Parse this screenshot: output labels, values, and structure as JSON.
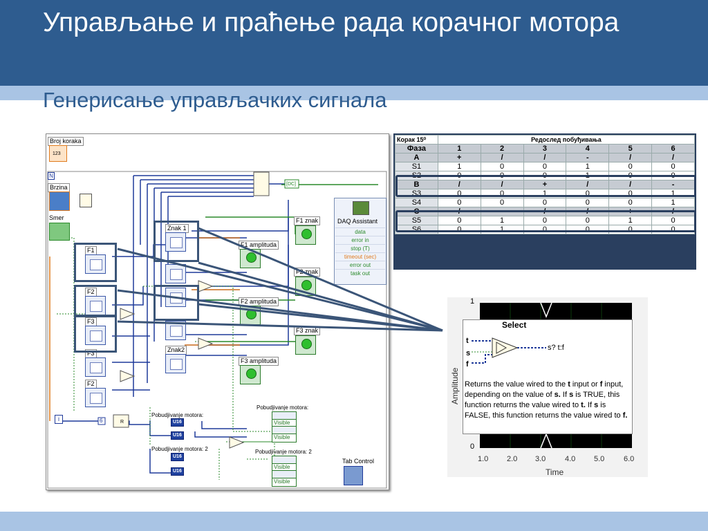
{
  "slide": {
    "title": "Управљање и праћење рада корачног мотора",
    "subtitle": "Генерисање управљачких сигнала"
  },
  "diagram": {
    "controls": {
      "broj_koraka": "Broj koraka",
      "broj_koraka_type": "123",
      "n_terminal": "N",
      "brzina": "Brzina",
      "smer": "Smer",
      "iter_terminal": "i"
    },
    "subvis": {
      "znak1_top": "Znak 1",
      "f1": "F1",
      "f2_a": "F2",
      "f3_a": "F3",
      "f3_b": "F3",
      "f2_b": "F2",
      "znak2": "Znak2"
    },
    "indicators": {
      "f1_znak": "F1 znak",
      "f1_amplituda": "F1 amplituda",
      "f2_znak": "F2 znak",
      "f2_amplituda": "F2 amplituda",
      "f3_znak": "F3 znak",
      "f3_amplituda": "F3 amplituda"
    },
    "daq": {
      "title": "DAQ Assistant",
      "terminals": [
        "data",
        "error in",
        "stop (T)",
        "timeout (sec)",
        "error out",
        "task out"
      ]
    },
    "dc_label": "[DC]",
    "const_6": "6",
    "q_r_label": "R",
    "pobudjivanje1": "Pobudjivanje motora:",
    "pobudjivanje2": "Pobudjivanje motora: 2",
    "pobudjivanje1_prop": "Pobudjivanje motora:",
    "pobudjivanje2_prop": "Pobudjivanje motora: 2",
    "u16": "U16",
    "visible": "Visible",
    "tab_control": "Tab Control"
  },
  "table": {
    "caption_left": "Корак 15⁰",
    "caption_center": "Редослед побуђивања",
    "header": [
      "Фаза",
      "1",
      "2",
      "3",
      "4",
      "5",
      "6"
    ],
    "rows": [
      {
        "kind": "phase",
        "cells": [
          "A",
          "+",
          "/",
          "/",
          "-",
          "/",
          "/"
        ]
      },
      {
        "kind": "data",
        "cells": [
          "S1",
          "1",
          "0",
          "0",
          "1",
          "0",
          "0"
        ]
      },
      {
        "kind": "data",
        "cells": [
          "S2",
          "0",
          "0",
          "0",
          "1",
          "0",
          "0"
        ]
      },
      {
        "kind": "phase",
        "cells": [
          "B",
          "/",
          "/",
          "+",
          "/",
          "/",
          "-"
        ]
      },
      {
        "kind": "data",
        "cells": [
          "S3",
          "0",
          "0",
          "1",
          "0",
          "0",
          "1"
        ]
      },
      {
        "kind": "data",
        "cells": [
          "S4",
          "0",
          "0",
          "0",
          "0",
          "0",
          "1"
        ]
      },
      {
        "kind": "phase",
        "cells": [
          "C",
          "/",
          "-",
          "/",
          "/",
          "+",
          "/"
        ]
      },
      {
        "kind": "data",
        "cells": [
          "S5",
          "0",
          "1",
          "0",
          "0",
          "1",
          "0"
        ]
      },
      {
        "kind": "data",
        "cells": [
          "S6",
          "0",
          "1",
          "0",
          "0",
          "0",
          "0"
        ]
      }
    ]
  },
  "help": {
    "y_label": "Amplitude",
    "y_ticks": [
      "1",
      "0"
    ],
    "x_ticks": [
      "1.0",
      "2.0",
      "3.0",
      "4.0",
      "5.0",
      "6.0"
    ],
    "x_label": "Time",
    "select_title": "Select",
    "t": "t",
    "s": "s",
    "f": "f",
    "output": "s? t:f",
    "description_html": "Returns the value wired to the <b>t</b> input or <b>f</b> input, depending on the value of <b>s.</b> If <b>s</b> is TRUE, this function returns the value wired to <b>t.</b> If <b>s</b> is FALSE, this function returns the value wired to <b>f.</b>"
  },
  "colors": {
    "header_blue": "#2e5c8f",
    "band_light_blue": "#a9c4e4",
    "highlight_dark": "#3b5578"
  }
}
